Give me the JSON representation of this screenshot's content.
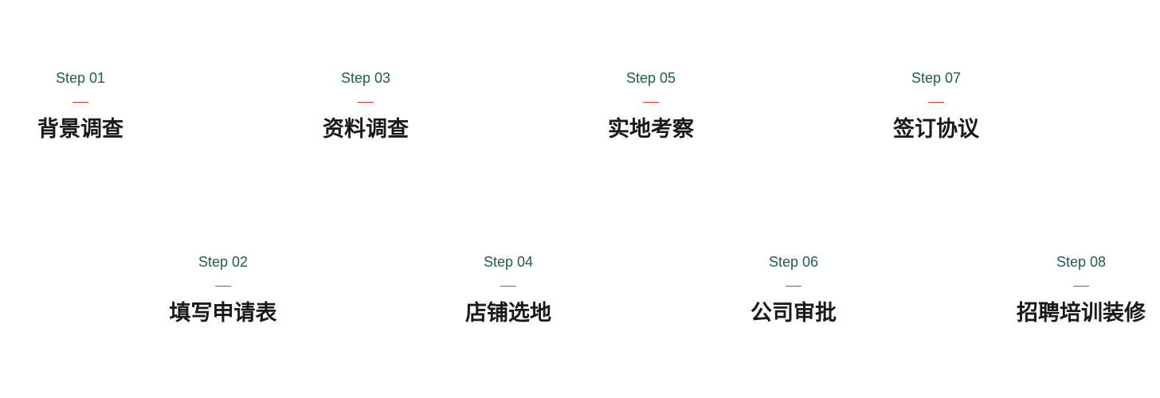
{
  "steps": [
    {
      "label": "Step 01",
      "title": "背景调查"
    },
    {
      "label": "Step 02",
      "title": "填写申请表"
    },
    {
      "label": "Step 03",
      "title": "资料调查"
    },
    {
      "label": "Step 04",
      "title": "店铺选地"
    },
    {
      "label": "Step 05",
      "title": "实地考察"
    },
    {
      "label": "Step 06",
      "title": "公司审批"
    },
    {
      "label": "Step 07",
      "title": "签订协议"
    },
    {
      "label": "Step 08",
      "title": "招聘培训装修"
    }
  ],
  "colors": {
    "label": "#1f5e4f",
    "dash": "#d9352c",
    "title": "#1a1a1a"
  }
}
